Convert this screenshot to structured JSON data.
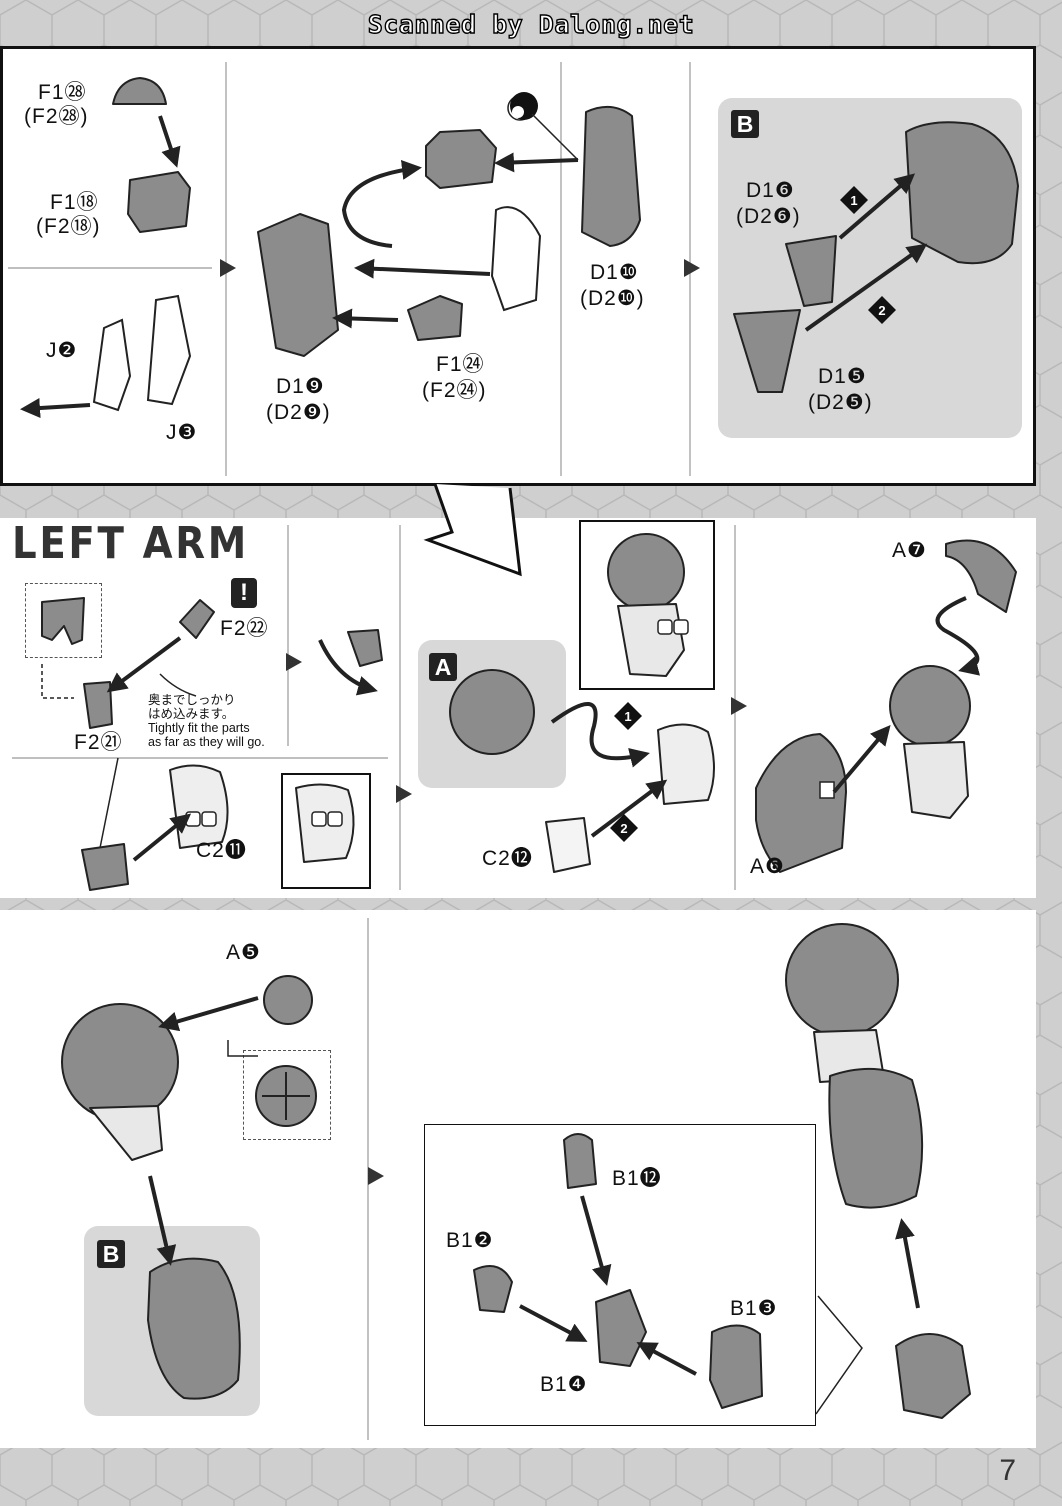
{
  "header": {
    "scan_credit": "Scanned by Dalong.net"
  },
  "section_title": "LEFT ARM",
  "top_panel": {
    "labels": {
      "f1_28": "F1㉘",
      "f2_28": "(F2㉘)",
      "f1_18": "F1⑱",
      "f2_18": "(F2⑱)",
      "j2": "J❷",
      "j3": "J❸",
      "d1_9": "D1❾",
      "d2_9": "(D2❾)",
      "f1_24": "F1㉔",
      "f2_24": "(F2㉔)",
      "d1_10": "D1❿",
      "d2_10": "(D2❿)",
      "d1_6": "D1❻",
      "d2_6": "(D2❻)",
      "d1_5": "D1❺",
      "d2_5": "(D2❺)"
    },
    "badge_b": "B",
    "step_1": "1",
    "step_2": "2"
  },
  "middle_panel": {
    "labels": {
      "f2_22": "F2㉒",
      "f2_21": "F2㉑",
      "c2_11": "C2⓫",
      "c2_12": "C2⓬",
      "a7": "A❼",
      "a6": "A❻"
    },
    "warning_mark": "!",
    "note_jp": [
      "奥までしっかり",
      "はめ込みます。"
    ],
    "note_en": [
      "Tightly fit the parts",
      "as far as they will go."
    ],
    "badge_a": "A",
    "step_1": "1",
    "step_2": "2"
  },
  "bottom_panel": {
    "labels": {
      "a5": "A❺",
      "b1_12": "B1⓬",
      "b1_2": "B1❷",
      "b1_3": "B1❸",
      "b1_4": "B1❹"
    },
    "badge_b": "B"
  },
  "page_number": "7"
}
